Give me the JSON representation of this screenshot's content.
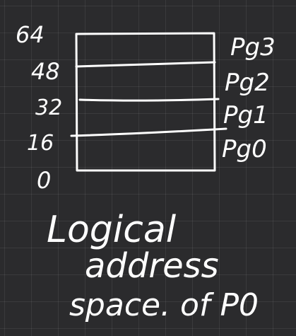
{
  "address_labels": [
    "64",
    "48",
    "32",
    "16",
    "0"
  ],
  "page_labels": [
    "Pg3",
    "Pg2",
    "Pg1",
    "Pg0"
  ],
  "caption": {
    "line1": "Logical",
    "line2": "address",
    "line3": "space. of P0"
  },
  "colors": {
    "background": "#2b2b2d",
    "ink": "#ffffff",
    "grid": "rgba(255,255,255,0.07)"
  }
}
